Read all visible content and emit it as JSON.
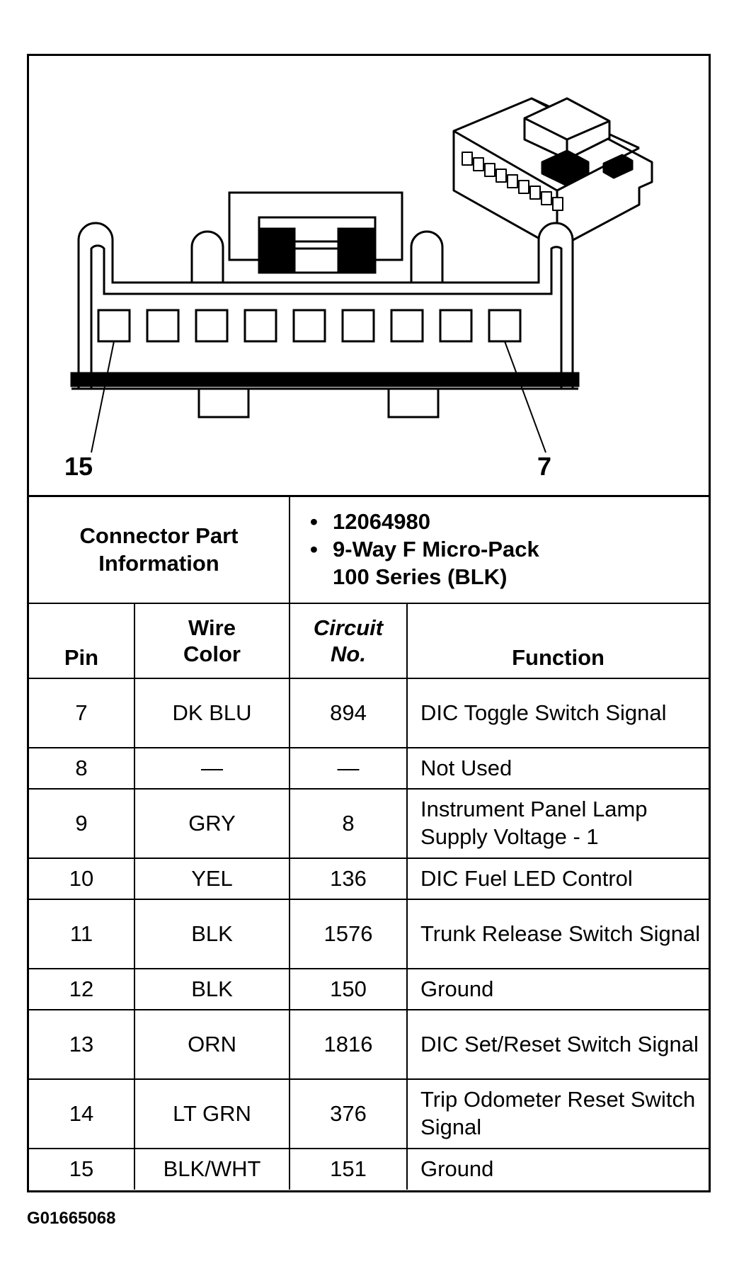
{
  "diagram": {
    "left_pin_label": "15",
    "right_pin_label": "7"
  },
  "connector_info": {
    "label": "Connector Part Information",
    "items": [
      "12064980",
      "9-Way F Micro-Pack",
      "100 Series (BLK)"
    ]
  },
  "table": {
    "headers": [
      "Pin",
      "Wire Color",
      "Circuit No.",
      "Function"
    ],
    "rows": [
      {
        "pin": "7",
        "wire": "DK BLU",
        "circuit": "894",
        "function": "DIC Toggle Switch Signal"
      },
      {
        "pin": "8",
        "wire": "—",
        "circuit": "—",
        "function": "Not Used"
      },
      {
        "pin": "9",
        "wire": "GRY",
        "circuit": "8",
        "function": "Instrument Panel Lamp Supply Voltage - 1"
      },
      {
        "pin": "10",
        "wire": "YEL",
        "circuit": "136",
        "function": "DIC Fuel LED Control"
      },
      {
        "pin": "11",
        "wire": "BLK",
        "circuit": "1576",
        "function": "Trunk Release Switch Signal"
      },
      {
        "pin": "12",
        "wire": "BLK",
        "circuit": "150",
        "function": "Ground"
      },
      {
        "pin": "13",
        "wire": "ORN",
        "circuit": "1816",
        "function": "DIC Set/Reset Switch Signal"
      },
      {
        "pin": "14",
        "wire": "LT GRN",
        "circuit": "376",
        "function": "Trip Odometer Reset Switch Signal"
      },
      {
        "pin": "15",
        "wire": "BLK/WHT",
        "circuit": "151",
        "function": "Ground"
      }
    ]
  },
  "figure_id": "G01665068"
}
